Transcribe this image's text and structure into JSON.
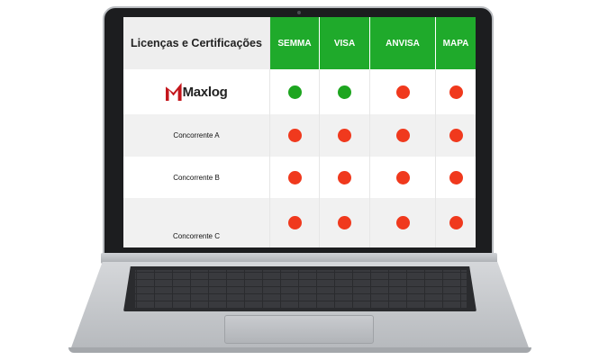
{
  "table": {
    "title": "Licenças e Certificações",
    "columns": [
      "SEMMA",
      "VISA",
      "ANVISA",
      "MAPA"
    ],
    "rows": [
      {
        "name": "Maxlog",
        "logo": true,
        "status": [
          "yes",
          "yes",
          "no",
          "no"
        ]
      },
      {
        "name": "Concorrente A",
        "status": [
          "no",
          "no",
          "no",
          "no"
        ]
      },
      {
        "name": "Concorrente B",
        "status": [
          "no",
          "no",
          "no",
          "no"
        ]
      },
      {
        "name": "Concorrente C",
        "status": [
          "no",
          "no",
          "no",
          "no"
        ]
      }
    ]
  },
  "colors": {
    "header_green": "#1faa2b",
    "status_yes": "#1da51f",
    "status_no": "#f0391d",
    "logo_red": "#c4161c"
  },
  "icons": {
    "yes": "green-circle-icon",
    "no": "red-circle-icon",
    "logo": "maxlog-logo"
  }
}
